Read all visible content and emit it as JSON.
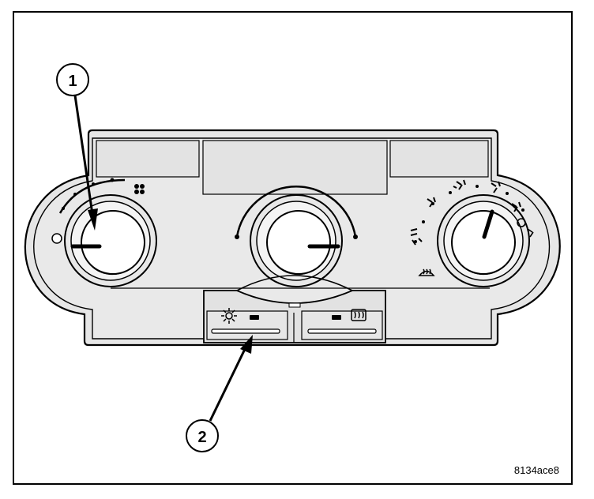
{
  "callouts": {
    "one": "1",
    "two": "2"
  },
  "figure_id": "8134ace8",
  "colors": {
    "ink": "#000000",
    "panel_fill": "#e6e6e6",
    "knob_fill": "#ffffff",
    "background": "#ffffff"
  },
  "icons": {
    "blower": "fan-icon",
    "ac": "snowflake-icon",
    "rear_defrost": "rear-defrost-icon",
    "windshield_defrost": "windshield-defrost-icon"
  }
}
